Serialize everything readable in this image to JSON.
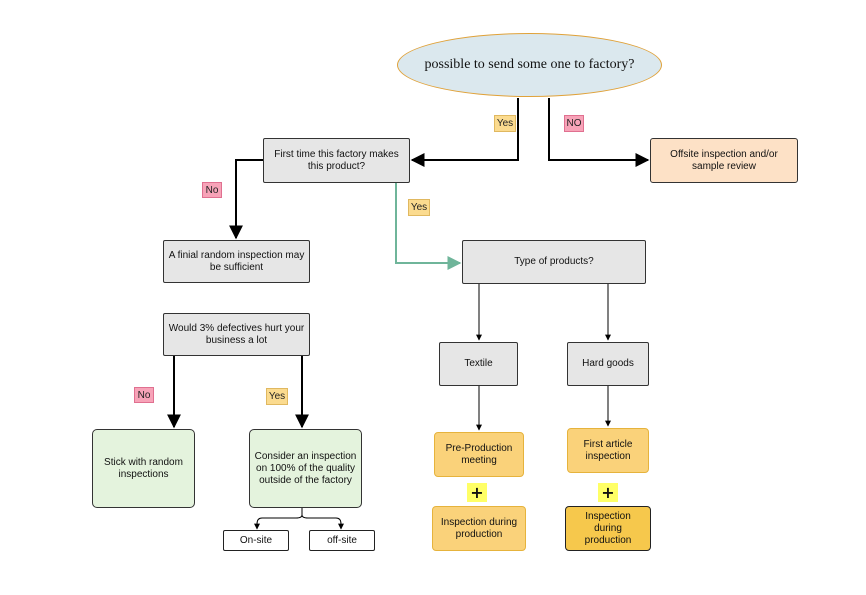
{
  "nodes": {
    "start": "possible to send some one to factory?",
    "first_time": "First time this factory makes this product?",
    "offsite": "Offsite inspection and/or sample review",
    "final_random": "A finial random inspection may be sufficient",
    "defects": "Would 3% defectives hurt your business a lot",
    "stick_random": "Stick with random inspections",
    "consider_100": "Consider an inspection on 100% of the quality outside of the factory",
    "onsite": "On-site",
    "offsite_small": "off-site",
    "type_products": "Type of products?",
    "textile": "Textile",
    "hard_goods": "Hard goods",
    "pre_production": "Pre-Production meeting",
    "first_article": "First article inspection",
    "during_textile": "Inspection during production",
    "during_hard": "Inspection during production"
  },
  "tags": {
    "yes_top": "Yes",
    "no_top": "NO",
    "no_left": "No",
    "yes_green": "Yes",
    "no_defects": "No",
    "yes_defects": "Yes"
  },
  "plus": "+",
  "colors": {
    "edge": "#000000",
    "edge_yes_green": "#6fb59a",
    "yes_tag": "#fbdb8f",
    "no_tag": "#f7a3b8"
  }
}
